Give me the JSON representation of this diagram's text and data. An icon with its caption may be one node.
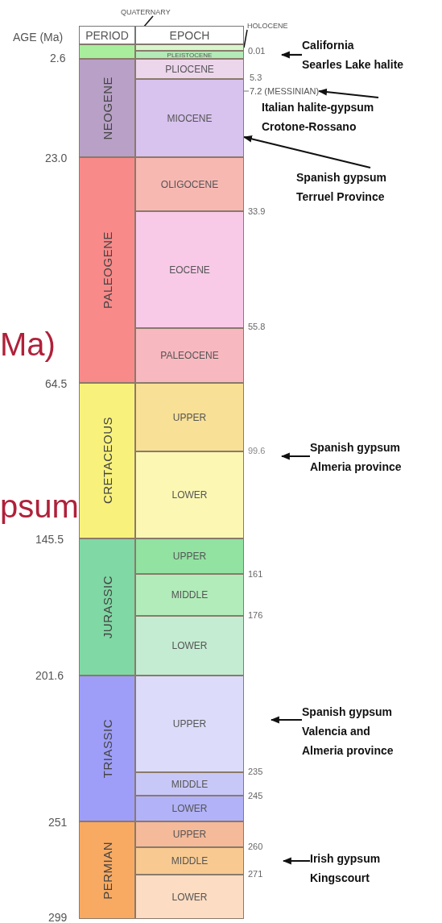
{
  "diagram": {
    "nodes": [
      {
        "text": [
          "PERIOD"
        ]
      },
      {
        "text": [
          "EPOCH"
        ]
      },
      {
        "text": [],
        "shape": "box"
      },
      {
        "text": [],
        "shape": "box"
      },
      {
        "text": [
          "PLEISTOCENE"
        ]
      },
      {
        "text": [
          "NEOGENE"
        ]
      },
      {
        "text": [
          "PLIOCENE"
        ]
      },
      {
        "text": [
          "MIOCENE"
        ]
      },
      {
        "text": [
          "PALEOGENE"
        ]
      },
      {
        "text": [
          "OLIGOCENE"
        ]
      },
      {
        "text": [
          "EOCENE"
        ]
      },
      {
        "text": [
          "PALEOCENE"
        ]
      },
      {
        "text": [
          "CRETACEOUS"
        ]
      },
      {
        "text": [
          "UPPER"
        ]
      },
      {
        "text": [
          "LOWER"
        ]
      },
      {
        "text": [
          "JURASSIC"
        ]
      },
      {
        "text": [
          "UPPER"
        ]
      },
      {
        "text": [
          "MIDDLE"
        ]
      },
      {
        "text": [
          "LOWER"
        ]
      },
      {
        "text": [
          "TRIASSIC"
        ]
      },
      {
        "text": [
          "UPPER"
        ]
      },
      {
        "text": [
          "MIDDLE"
        ]
      },
      {
        "text": [
          "LOWER"
        ]
      },
      {
        "text": [
          "PERMIAN"
        ]
      },
      {
        "text": [
          "UPPER"
        ]
      },
      {
        "text": [
          "MIDDLE"
        ]
      },
      {
        "text": [
          "LOWER"
        ]
      },
      {
        "text": [
          "QUATERNARY"
        ]
      },
      {
        "text": [
          "HOLOCENE"
        ]
      },
      {
        "text": [
          "7.2 (MESSINIAN)"
        ]
      },
      {
        "text": [
          "**California**",
          "Searles Lake halite"
        ]
      },
      {
        "text": [
          "**Italian** halite-gypsum",
          "Crotone-Rossano"
        ]
      },
      {
        "text": [
          "**Spanish** gypsum",
          "Terruel Province"
        ]
      },
      {
        "text": [
          "**Spanish** gypsum",
          "Almeria province"
        ]
      },
      {
        "text": [
          "**Spanish** gypsum",
          "Valencia and Almeria province"
        ]
      },
      {
        "text": [
          "**Irish** gypsum",
          "Kingscourt"
        ]
      }
    ],
    "edges": [
      {
        "from": 27,
        "to": 2,
        "arrow": "none"
      },
      {
        "from": 28,
        "to": 3,
        "arrow": "none"
      },
      {
        "from": 30,
        "to": null,
        "arrow": "to"
      },
      {
        "from": 31,
        "to": 29,
        "arrow": "to"
      },
      {
        "from": 32,
        "to": 7,
        "arrow": "to"
      },
      {
        "from": 33,
        "to": null,
        "arrow": "to"
      },
      {
        "from": 34,
        "to": null,
        "arrow": "to"
      },
      {
        "from": 35,
        "to": null,
        "arrow": "to"
      }
    ],
    "labels": [
      "Ma)",
      "psum",
      "AGE (Ma)",
      "2.6",
      "0.01",
      "5.3",
      "23.0",
      "33.9",
      "55.8",
      "64.5",
      "99.6",
      "145.5",
      "161",
      "176",
      "201.6",
      "235",
      "245",
      "251",
      "260",
      "271",
      "299"
    ]
  }
}
